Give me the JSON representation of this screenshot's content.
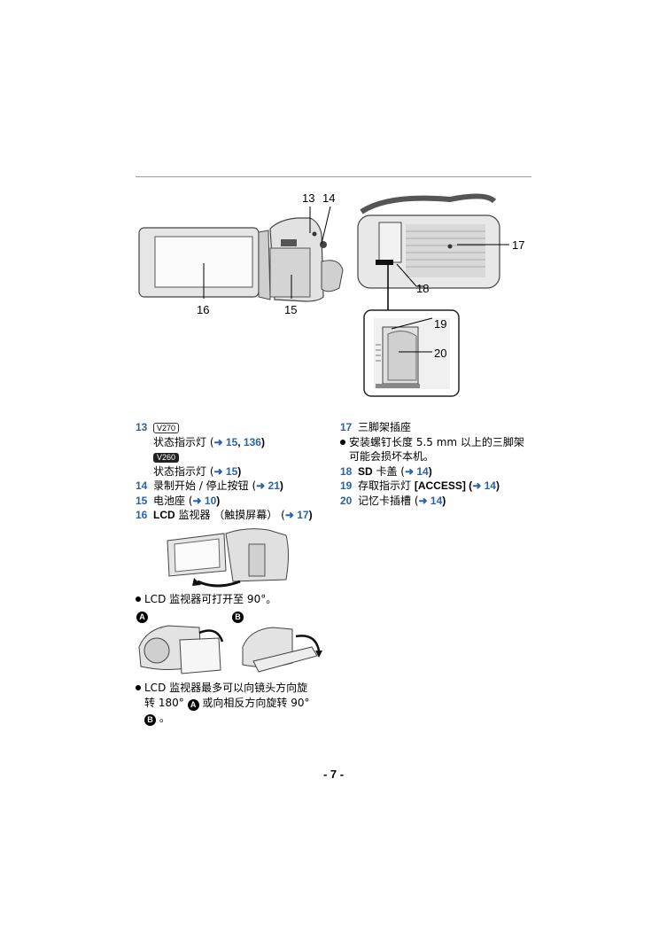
{
  "callouts": {
    "c13": "13",
    "c14": "14",
    "c15": "15",
    "c16": "16",
    "c17": "17",
    "c18": "18",
    "c19": "19",
    "c20": "20"
  },
  "items": {
    "i13": {
      "num": "13",
      "badge1": "V270",
      "line1": "状态指示灯 (",
      "ref1": "➜ 15",
      "sep": ", ",
      "ref1b": "136",
      "end1": ")",
      "badge2": "V260",
      "line2": "状态指示灯 (",
      "ref2": "➜ 15",
      "end2": ")"
    },
    "i14": {
      "num": "14",
      "text": "录制开始 / 停止按钮 (",
      "ref": "➜ 21",
      "end": ")"
    },
    "i15": {
      "num": "15",
      "text": "电池座 (",
      "ref": "➜ 10",
      "end": ")"
    },
    "i16": {
      "num": "16",
      "lead": "LCD",
      "text": " 监视器 （触摸屏幕） (",
      "ref": "➜ 17",
      "end": ")"
    },
    "i17": {
      "num": "17",
      "text": "三脚架插座",
      "note1": "安装螺钉长度 5.5 mm 以上的三脚架",
      "note2": "可能会损坏本机。"
    },
    "i18": {
      "num": "18",
      "lead": "SD",
      "text": " 卡盖 (",
      "ref": "➜ 14",
      "end": ")"
    },
    "i19": {
      "num": "19",
      "text": "存取指示灯 ",
      "bold": "[ACCESS]",
      "mid": " (",
      "ref": "➜ 14",
      "end": ")"
    },
    "i20": {
      "num": "20",
      "text": "记忆卡插槽 (",
      "ref": "➜ 14",
      "end": ")"
    }
  },
  "notes": {
    "open": "LCD 监视器可打开至 90°。",
    "rotate1": "LCD 监视器最多可以向镜头方向旋",
    "rotate2a": "转 180°",
    "rotate2b": "或向相反方向旋转 90°",
    "rotate3": "。",
    "markA": "A",
    "markB": "B"
  },
  "page": {
    "number": "- 7 -"
  }
}
